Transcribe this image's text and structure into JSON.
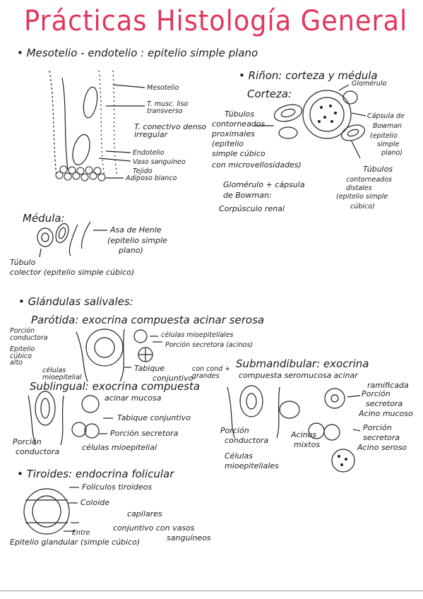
{
  "title": "Prácticas Histología General",
  "meso": {
    "heading": "• Mesotelio - endotelio : epitelio simple plano",
    "labels": [
      "Mesotelio",
      "T. musc. liso transverso",
      "T. conectivo denso irregular",
      "Endotelio",
      "Vaso sanguíneo",
      "Tejido",
      "Adiposo blanco"
    ]
  },
  "rinon": {
    "heading": "• Riñon: corteza y médula",
    "corteza": "Corteza:",
    "glomerulo": "Glomérulo",
    "tubulos_prox": [
      "Túbulos",
      "contorneados",
      "proximales",
      "(epitelio",
      "simple cúbico",
      "con microvellosidades)"
    ],
    "capsula": [
      "Cápsula de",
      "Bowman",
      "(epitelio",
      "simple",
      "plano)"
    ],
    "tubulos_dist": [
      "Túbulos",
      "contorneados",
      "distales",
      "(epitelio simple",
      "cúbico)"
    ],
    "corpusculo": [
      "Glomérulo + cápsula",
      "de Bowman:",
      "Corpúsculo renal"
    ]
  },
  "medula": {
    "heading": "Médula:",
    "asa": [
      "Asa de Henle",
      "(epitelio simple",
      "plano)"
    ],
    "tubulo": [
      "Túbulo",
      "colector (epitelio simple cúbico)"
    ]
  },
  "glandulas": {
    "heading": "• Glándulas salivales:",
    "parotida": "Parótida: exocrina compuesta acinar serosa",
    "parotida_labels": [
      "Porción conductora",
      "Epitelio cúbico alto",
      "células mioepitelial",
      "células mioepitelíales",
      "Porción secretora (acinos)",
      "Tabique",
      "conjuntivo",
      "con cond + grandes"
    ],
    "sublingual": [
      "Sublingual: exocrina compuesta",
      "acinar mucosa"
    ],
    "sublingual_labels": [
      "Tabique conjuntivo",
      "Porción secretora",
      "células mioepitelial",
      "Porción",
      "conductora"
    ],
    "submandibular": [
      "Submandibular: exocrina",
      "compuesta seromucosa acinar",
      "ramificada"
    ],
    "submandibular_labels": [
      "Porción",
      "secretora",
      "Acino mucoso",
      "Porción",
      "secretora",
      "Acino seroso",
      "Porción",
      "conductora",
      "Acinos",
      "mixtos",
      "Células",
      "mioepiteliales"
    ]
  },
  "tiroides": {
    "heading": "• Tiroides: endocrina folicular",
    "labels": [
      "Folículos tiroideos",
      "Coloide",
      "capilares",
      "conjuntivo con vasos",
      "sanguíneos",
      "Epitelio glandular (simple cúbico)",
      "Entre"
    ]
  }
}
